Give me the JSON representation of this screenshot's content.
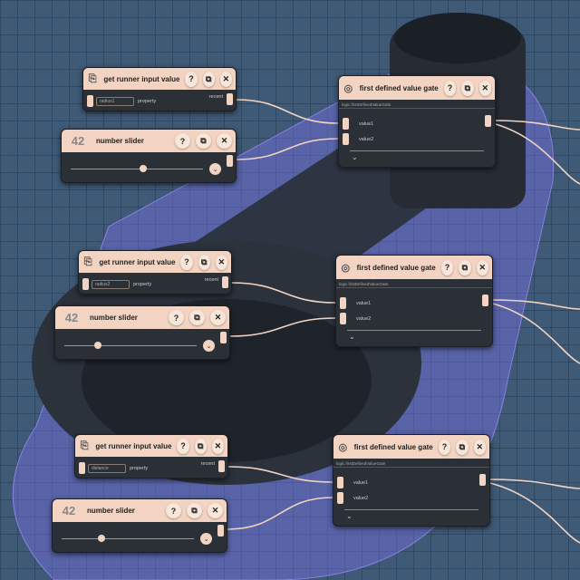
{
  "colors": {
    "header": "#f3d4c2",
    "node_body": "#2b2f36",
    "wire": "#f3d4c2",
    "canvas": "#3f5a76"
  },
  "rows": [
    {
      "runner": {
        "title": "get runner input value",
        "property_value": "radius1",
        "property_label": "property",
        "output_label": "recent"
      },
      "slider": {
        "icon_text": "42",
        "title": "number slider",
        "value_fraction": 0.55
      },
      "gate": {
        "title": "first defined value gate",
        "subtitle": "logic.firstDefinedValueGate",
        "inputs": [
          "value1",
          "value2"
        ]
      }
    },
    {
      "runner": {
        "title": "get runner input value",
        "property_value": "radius2",
        "property_label": "property",
        "output_label": "recent"
      },
      "slider": {
        "icon_text": "42",
        "title": "number slider",
        "value_fraction": 0.25
      },
      "gate": {
        "title": "first defined value gate",
        "subtitle": "logic.firstDefinedValueGate",
        "inputs": [
          "value1",
          "value2"
        ]
      }
    },
    {
      "runner": {
        "title": "get runner input value",
        "property_value": "distance",
        "property_label": "property",
        "output_label": "recent"
      },
      "slider": {
        "icon_text": "42",
        "title": "number slider",
        "value_fraction": 0.3
      },
      "gate": {
        "title": "first defined value gate",
        "subtitle": "logic.firstDefinedValueGate",
        "inputs": [
          "value1",
          "value2"
        ]
      }
    }
  ],
  "buttons": {
    "help": "?",
    "copy": "⧉",
    "close": "✕",
    "expand": "⌄"
  }
}
